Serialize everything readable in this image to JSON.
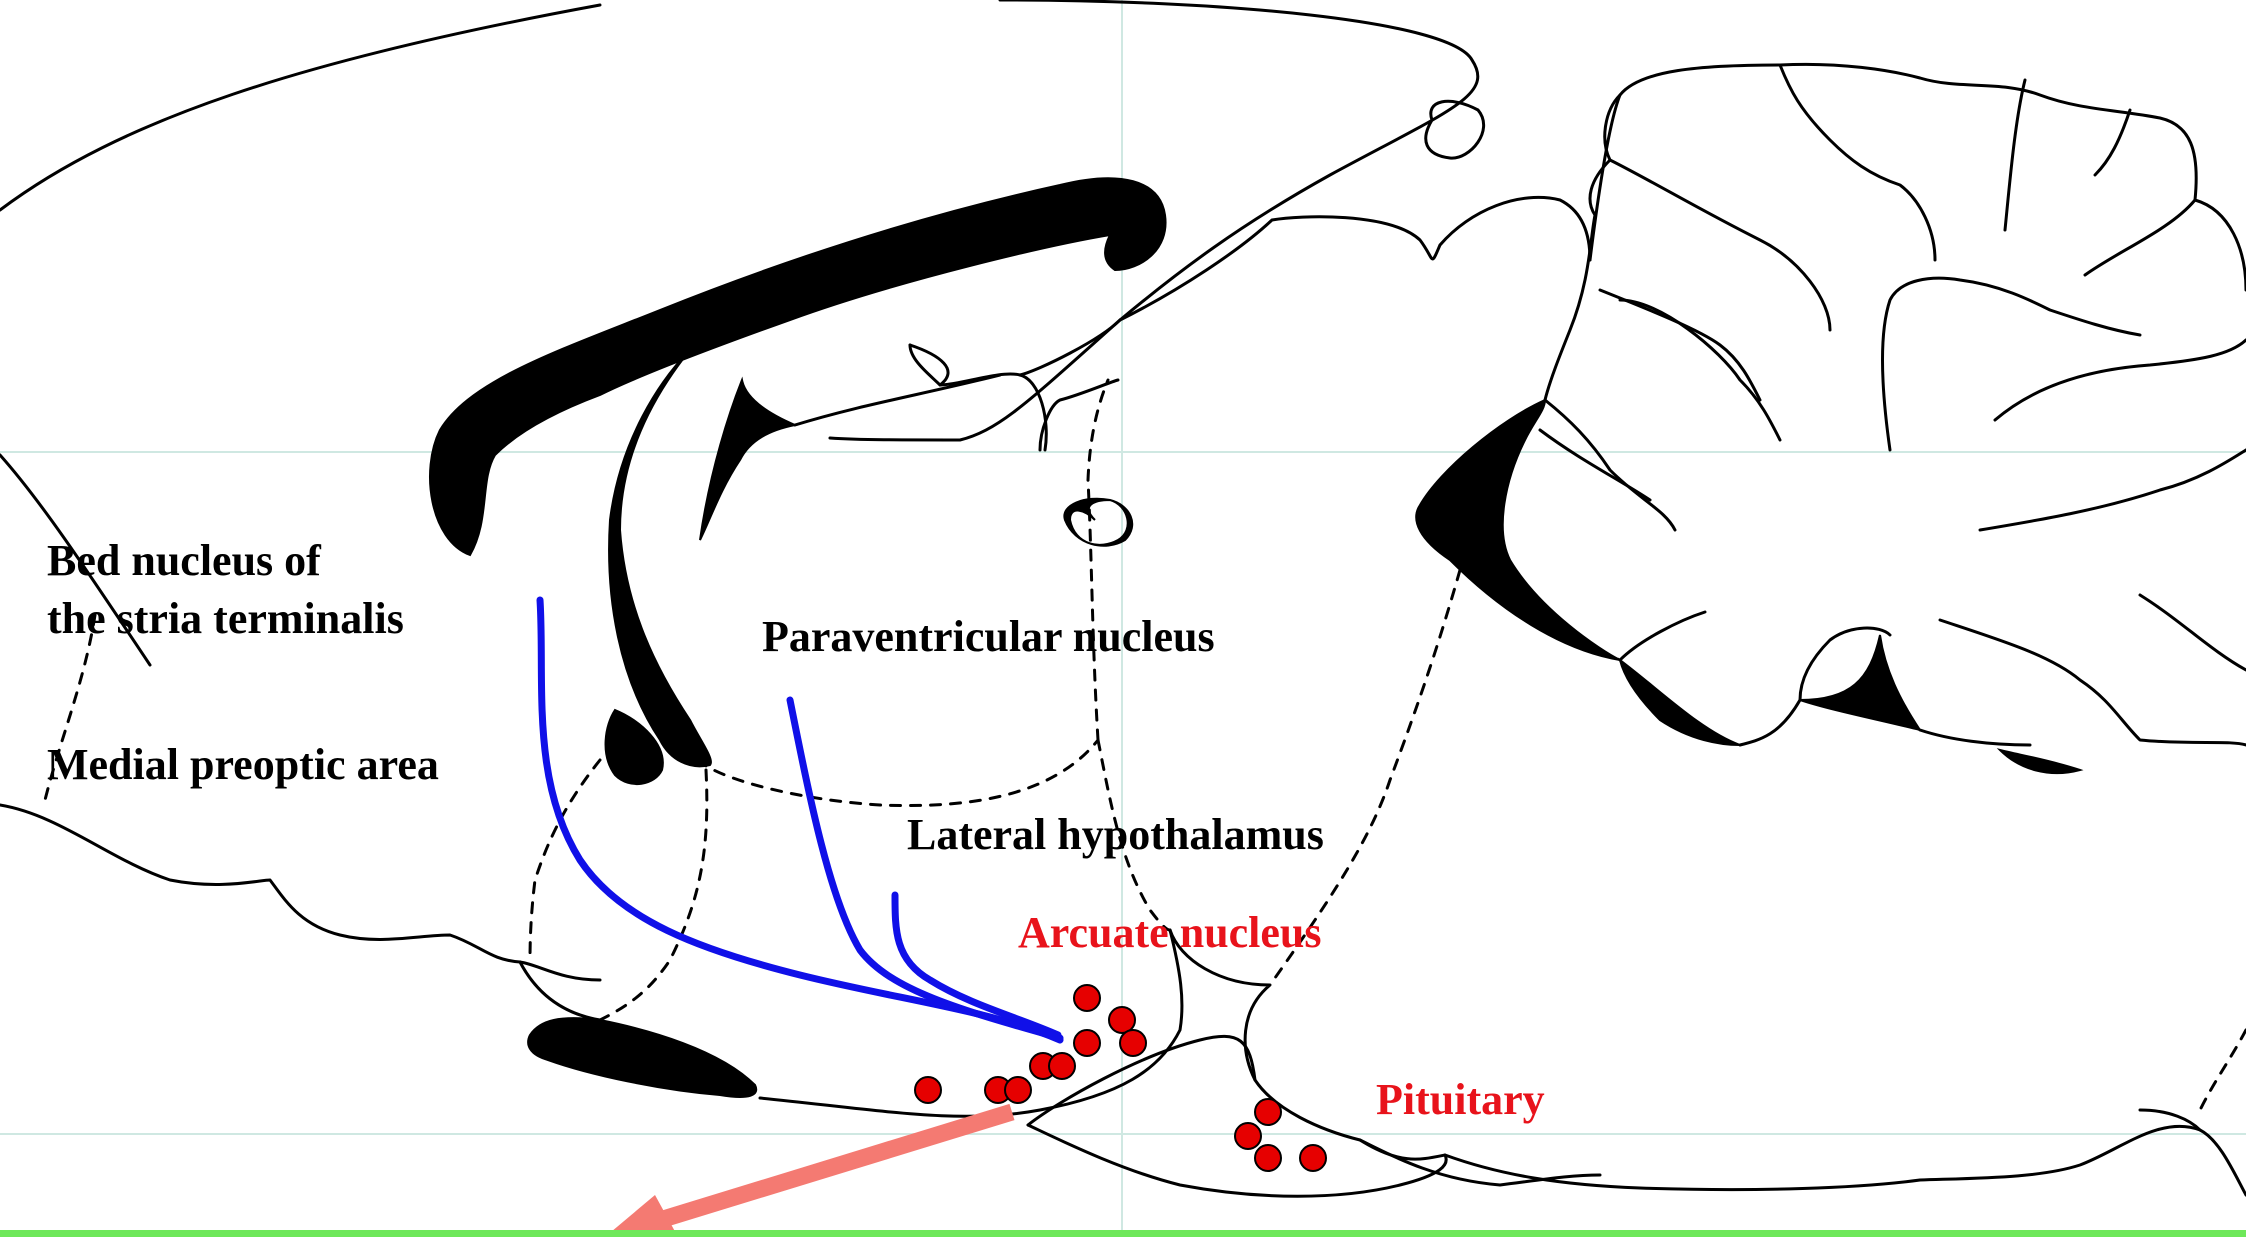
{
  "diagram": {
    "labels": {
      "bnst_line1": "Bed nucleus of",
      "bnst_line2": "the stria terminalis",
      "mpoa": "Medial preoptic area",
      "pvn": "Paraventricular nucleus",
      "lh": "Lateral hypothalamus",
      "arc": "Arcuate nucleus",
      "pit": "Pituitary"
    },
    "colors": {
      "outline": "#000000",
      "projection": "#1010e8",
      "neuron_fill": "#e60000",
      "highlight_label": "#e8131b",
      "output_arrow": "#f47a72",
      "bottom_bar": "#6ee85a",
      "guide": "#cfe8e2"
    },
    "icons": {
      "neuron": "red-dot-icon",
      "output": "arrow-icon"
    }
  }
}
